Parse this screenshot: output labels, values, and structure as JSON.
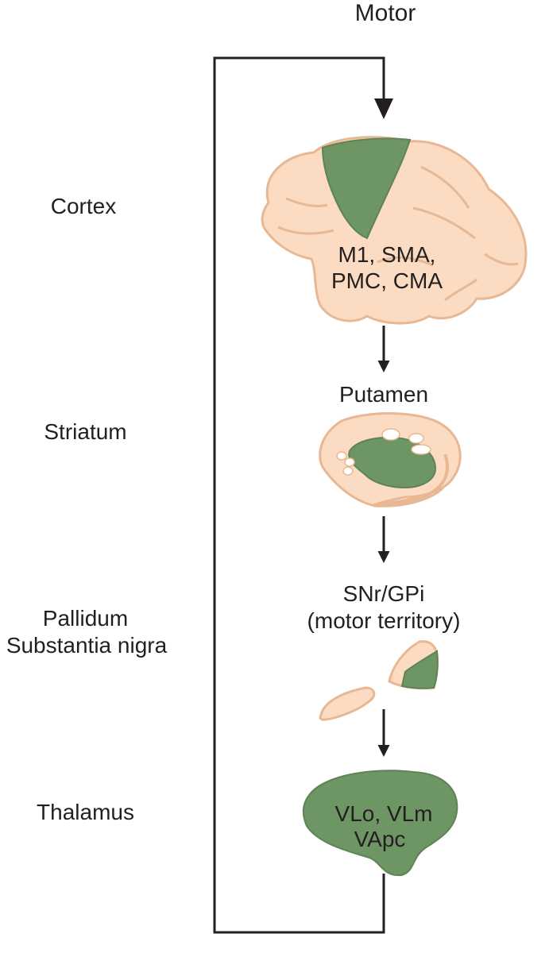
{
  "header": {
    "title": "Motor"
  },
  "levels": {
    "cortex": "Cortex",
    "striatum": "Striatum",
    "pallidum_line1": "Pallidum",
    "pallidum_line2": "Substantia nigra",
    "thalamus": "Thalamus"
  },
  "structures": {
    "cortex_line1": "M1, SMA,",
    "cortex_line2": "PMC, CMA",
    "striatum": "Putamen",
    "pallidum_line1": "SNr/GPi",
    "pallidum_line2": "(motor territory)",
    "thalamus_line1": "VLo, VLm",
    "thalamus_line2": "VApc"
  },
  "colors": {
    "tissue": "#fbdcc2",
    "tissue_outline": "#e8b894",
    "motor_region": "#6e9564",
    "motor_region_dark": "#5e8455",
    "line": "#231f20"
  }
}
